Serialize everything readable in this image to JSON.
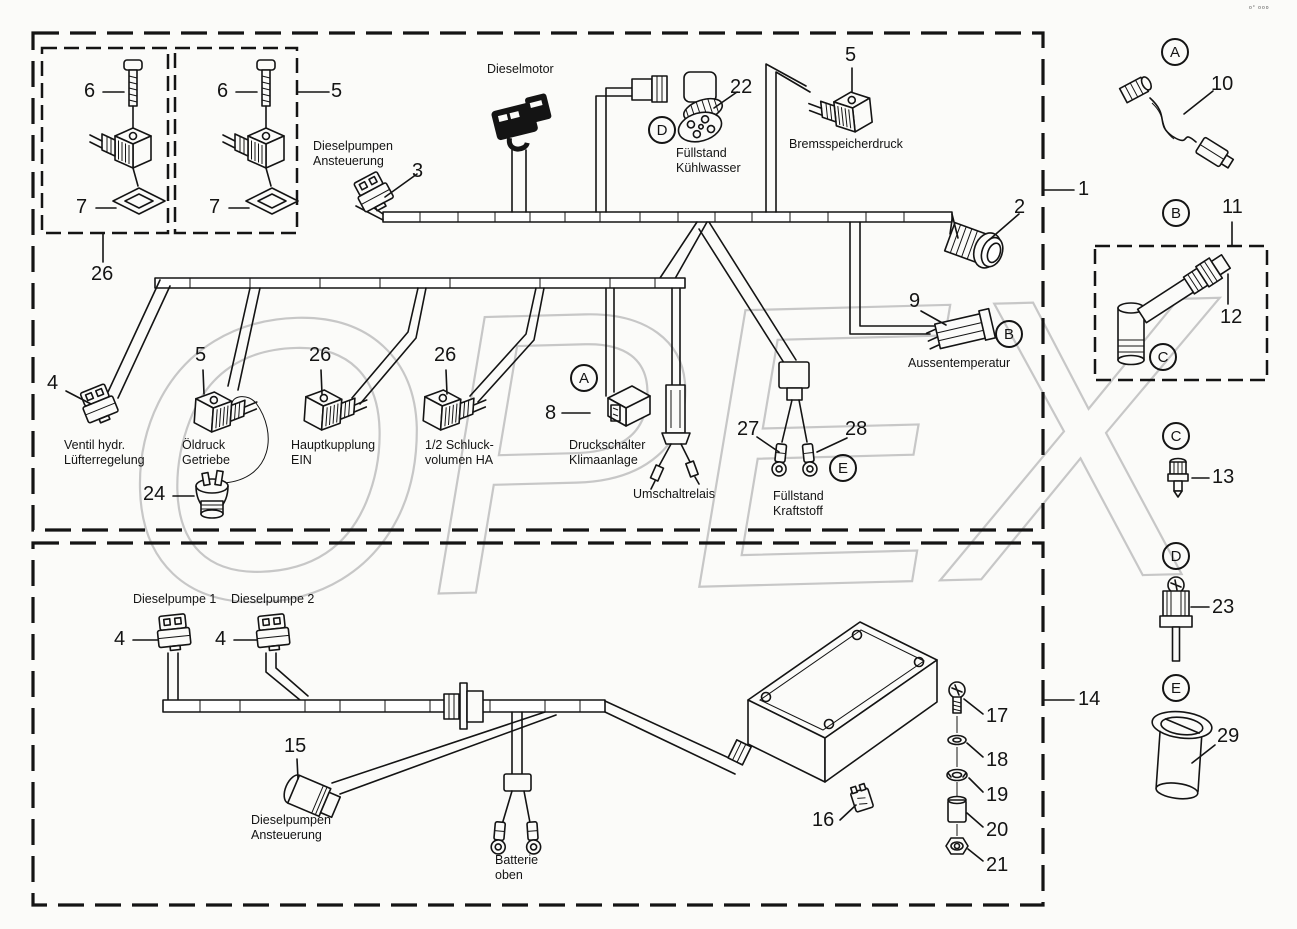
{
  "diagram": {
    "corner_mark": "o° ooo",
    "watermark": "OPEX",
    "line_color": "#141414",
    "watermark_color": "#c7c7c7",
    "callouts": {
      "1": "1",
      "2": "2",
      "3": "3",
      "4": "4",
      "5": "5",
      "6": "6",
      "7": "7",
      "8": "8",
      "9": "9",
      "10": "10",
      "11": "11",
      "12": "12",
      "13": "13",
      "14": "14",
      "15": "15",
      "16": "16",
      "17": "17",
      "18": "18",
      "19": "19",
      "20": "20",
      "21": "21",
      "22": "22",
      "23": "23",
      "24": "24",
      "26": "26",
      "27": "27",
      "28": "28",
      "29": "29"
    },
    "refs": {
      "A": "A",
      "B": "B",
      "C": "C",
      "D": "D",
      "E": "E"
    },
    "labels": {
      "dieselmotor": "Dieselmotor",
      "dieselpumpen_ansteuerung_top": "Dieselpumpen\nAnsteuerung",
      "fuellstand_kuehlwasser": "Füllstand\nKühlwasser",
      "bremsspeicherdruck": "Bremsspeicherdruck",
      "aussentemperatur": "Aussentemperatur",
      "ventil_hydr_luefterregelung": "Ventil hydr.\nLüfterregelung",
      "oeldruck_getriebe": "Öldruck\nGetriebe",
      "hauptkupplung_ein": "Hauptkupplung\nEIN",
      "schluckvolumen_ha": "1/2 Schluck-\nvolumen HA",
      "druckschalter_klimaanlage": "Druckschalter\nKlimaanlage",
      "umschaltrelais": "Umschaltrelais",
      "fuellstand_kraftstoff": "Füllstand\nKraftstoff",
      "dieselpumpe_1": "Dieselpumpe 1",
      "dieselpumpe_2": "Dieselpumpe 2",
      "dieselpumpen_ansteuerung_bottom": "Dieselpumpen\nAnsteuerung",
      "batterie_oben": "Batterie\noben"
    }
  }
}
